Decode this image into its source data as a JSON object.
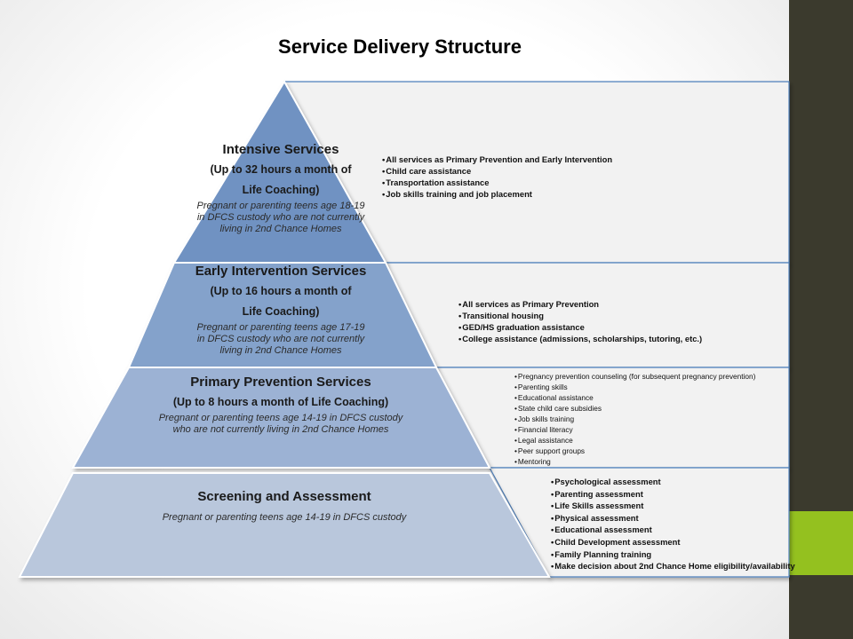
{
  "title": "Service Delivery Structure",
  "colors": {
    "tier_1": "#7092c2",
    "tier_2": "#84a2cb",
    "tier_3": "#9cb2d4",
    "tier_4": "#b9c7dc",
    "panel": "#f2f2f2",
    "panel_border": "#4f81bd",
    "side_bar": "#3b3a2d",
    "side_accent": "#94c11f"
  },
  "tiers": [
    {
      "heading": "Intensive Services",
      "subheading_1": "(Up to 32 hours a month of",
      "subheading_2": "Life Coaching)",
      "population_1": "Pregnant or parenting teens age 18-19",
      "population_2": "in DFCS custody who are not currently",
      "population_3": "living in 2nd Chance Homes",
      "services": [
        "All services as Primary Prevention and Early Intervention",
        "Child care assistance",
        "Transportation assistance",
        "Job skills training and job placement"
      ]
    },
    {
      "heading": "Early Intervention Services",
      "subheading_1": "(Up to 16 hours a month of",
      "subheading_2": "Life Coaching)",
      "population_1": "Pregnant or parenting teens age 17-19",
      "population_2": "in DFCS custody who are not currently",
      "population_3": "living in 2nd Chance Homes",
      "services": [
        "All services as Primary Prevention",
        "Transitional housing",
        "GED/HS graduation assistance",
        "College assistance (admissions, scholarships, tutoring, etc.)"
      ]
    },
    {
      "heading": "Primary Prevention Services",
      "subheading_1": "(Up to 8 hours a month of Life Coaching)",
      "population_1": "Pregnant or parenting teens age 14-19 in DFCS custody",
      "population_2": "who are not currently living in 2nd Chance Homes",
      "services": [
        "Pregnancy prevention counseling (for subsequent pregnancy prevention)",
        "Parenting skills",
        "Educational assistance",
        "State child care subsidies",
        "Job skills training",
        "Financial literacy",
        "Legal assistance",
        "Peer support groups",
        "Mentoring"
      ]
    },
    {
      "heading": "Screening and Assessment",
      "population_1": "Pregnant or parenting teens age 14-19 in DFCS custody",
      "services": [
        "Psychological assessment",
        "Parenting assessment",
        "Life Skills assessment",
        "Physical assessment",
        "Educational assessment",
        "Child Development assessment",
        "Family Planning training",
        "Make decision about 2nd Chance Home eligibility/availability"
      ]
    }
  ]
}
